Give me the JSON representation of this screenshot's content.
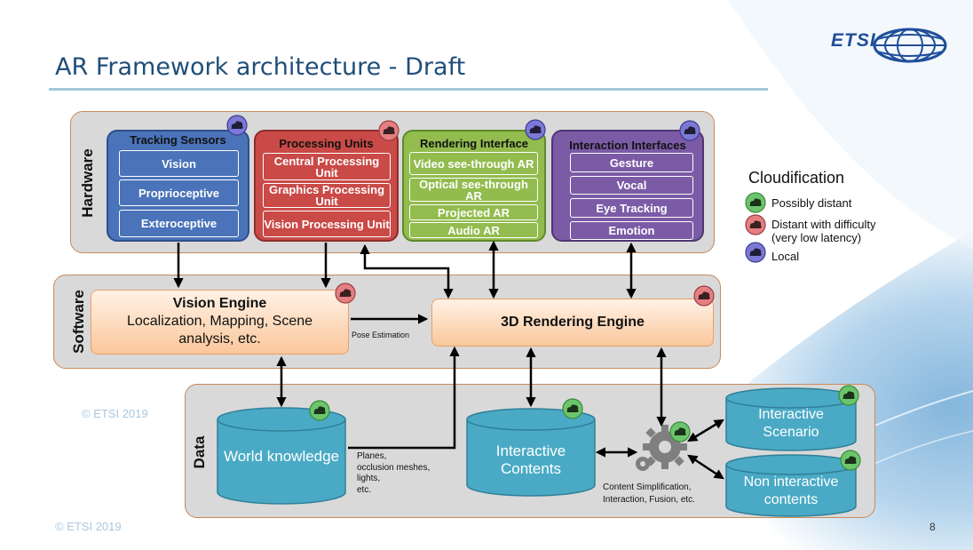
{
  "slide": {
    "title": "AR Framework architecture - Draft",
    "logo_text": "ETSI",
    "copyright_inner": "© ETSI 2019",
    "copyright_footer": "© ETSI 2019",
    "page_number": "8"
  },
  "layers": {
    "hardware": "Hardware",
    "software": "Software",
    "data": "Data"
  },
  "hardware": {
    "tracking": {
      "title": "Tracking Sensors",
      "items": [
        "Vision",
        "Proprioceptive",
        "Exteroceptive"
      ]
    },
    "processing": {
      "title": "Processing Units",
      "items": [
        "Central Processing Unit",
        "Graphics Processing Unit",
        "Vision Processing Unit"
      ]
    },
    "rendering": {
      "title": "Rendering Interface",
      "items": [
        "Video see-through AR",
        "Optical see-through AR",
        "Projected AR",
        "Audio AR"
      ]
    },
    "interaction": {
      "title": "Interaction Interfaces",
      "items": [
        "Gesture",
        "Vocal",
        "Eye Tracking",
        "Emotion"
      ]
    }
  },
  "software": {
    "vision_engine": {
      "title": "Vision Engine",
      "text": "Localization, Mapping, Scene analysis, etc."
    },
    "pose_estimation": "Pose Estimation",
    "rendering_engine": "3D Rendering Engine"
  },
  "data": {
    "world_knowledge": "World knowledge",
    "world_knowledge_note": [
      "Planes,",
      "occlusion meshes,",
      "lights,",
      "etc."
    ],
    "interactive_contents": "Interactive Contents",
    "content_note": [
      "Content Simplification,",
      "Interaction, Fusion, etc."
    ],
    "interactive_scenario": "Interactive Scenario",
    "non_interactive_contents": "Non interactive contents"
  },
  "legend": {
    "title": "Cloudification",
    "items": [
      {
        "label": "Possibly distant",
        "color": "#6cc56c"
      },
      {
        "label": "Distant with difficulty (very low latency)",
        "color": "#e57f82"
      },
      {
        "label": "Local",
        "color": "#7b79d6"
      }
    ]
  },
  "colors": {
    "title": "#1f4e79",
    "tracking": "#4a73b9",
    "processing": "#c94a47",
    "rendering": "#92bc4e",
    "interaction": "#7b5ba6",
    "cylinder": "#4aaac5"
  }
}
